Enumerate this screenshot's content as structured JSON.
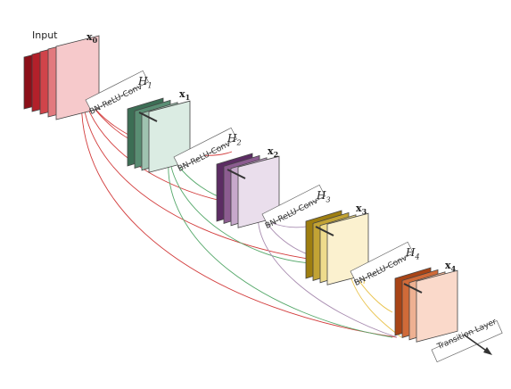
{
  "input_label": "Input",
  "x_labels": [
    {
      "base": "x",
      "sub": "0"
    },
    {
      "base": "x",
      "sub": "1"
    },
    {
      "base": "x",
      "sub": "2"
    },
    {
      "base": "x",
      "sub": "3"
    },
    {
      "base": "x",
      "sub": "4"
    }
  ],
  "h_labels": [
    {
      "base": "H",
      "sub": "1"
    },
    {
      "base": "H",
      "sub": "2"
    },
    {
      "base": "H",
      "sub": "3"
    },
    {
      "base": "H",
      "sub": "4"
    }
  ],
  "conv_label": "BN-ReLU-Conv",
  "transition_label": "Transition Layer",
  "colors": {
    "input": [
      "#8c1019",
      "#b3202a",
      "#d0444a",
      "#e27a7e",
      "#f6c9cb"
    ],
    "h1": [
      "#3c6e55",
      "#5a8e74",
      "#9fc2b0",
      "#dbece3"
    ],
    "h2": [
      "#5c2c63",
      "#8c5c90",
      "#c7a9cb",
      "#eadeec"
    ],
    "h3": [
      "#9e7e10",
      "#c2a334",
      "#eedb8c",
      "#fbf1cf"
    ],
    "h4": [
      "#a84416",
      "#d06a38",
      "#eeb192",
      "#fad9ca"
    ],
    "red_line": "#d23c3c",
    "green_line": "#55a86a",
    "purple_line": "#a88cb0",
    "yellow_line": "#e9c24a"
  }
}
